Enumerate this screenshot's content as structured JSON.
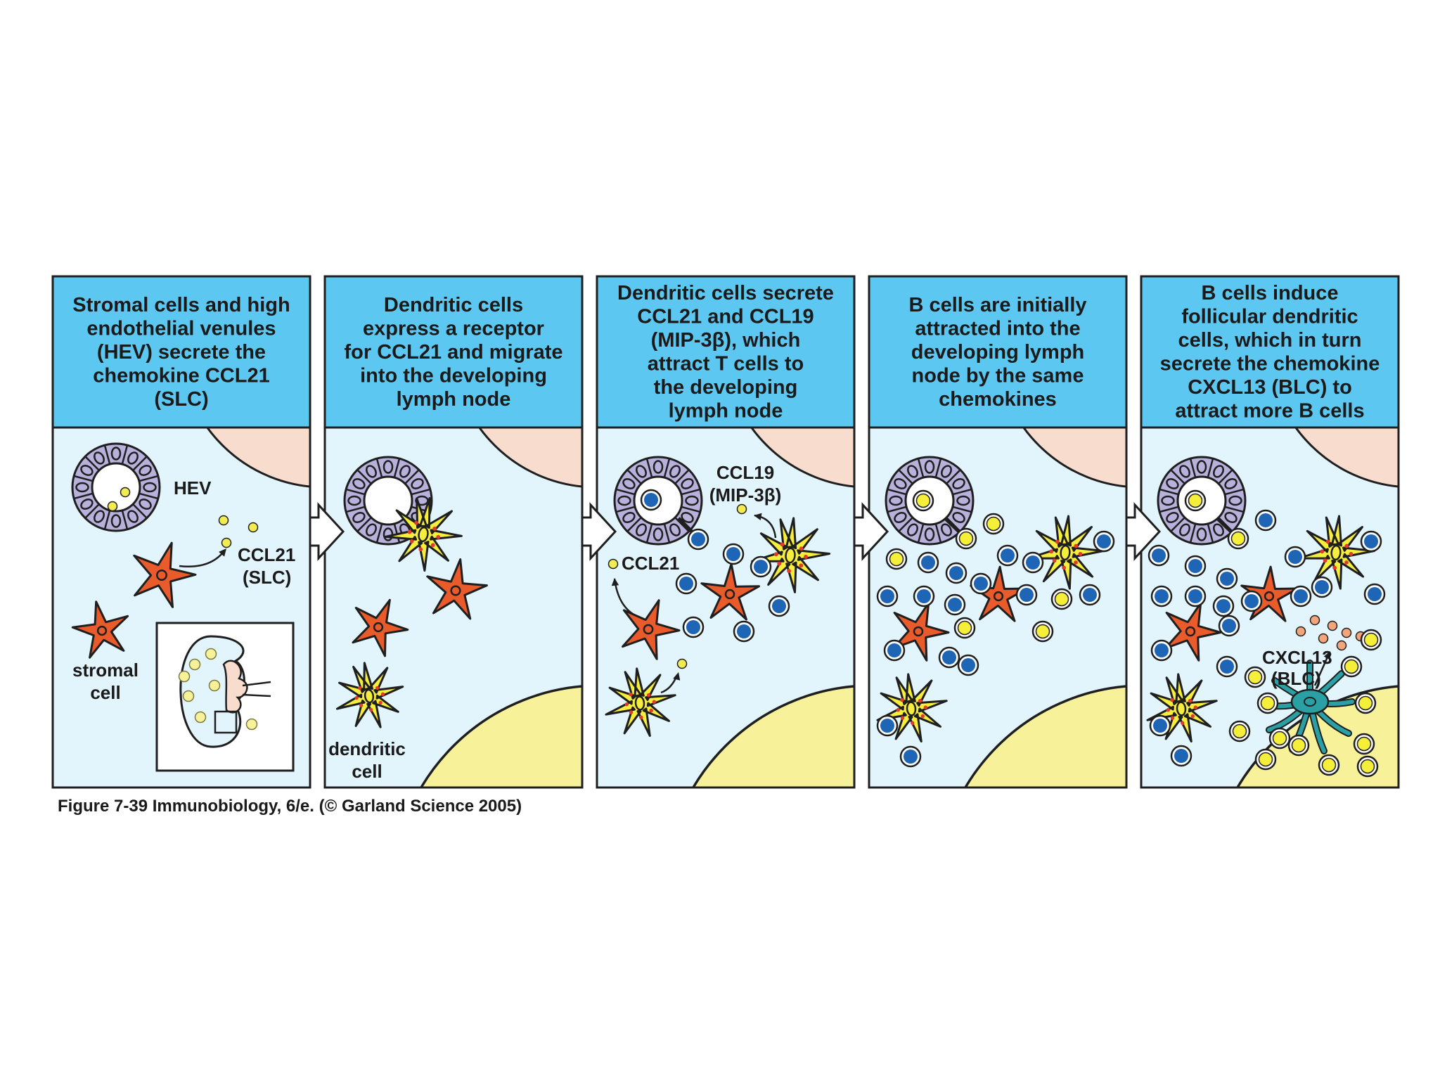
{
  "colors": {
    "header_bg": "#5cc8f2",
    "panel_bg": "#e2f5fc",
    "outline": "#1f1f1f",
    "hev_ring": "#b7b1dc",
    "node_yellow": "#f7f29a",
    "tissue_pink": "#f8dccd",
    "stromal_orange": "#ea5b2c",
    "dendritic_yellow": "#f6ee3c",
    "dendritic_dot": "#e33b2b",
    "t_cell_blue": "#1e66b5",
    "b_cell_yellow": "#f5ef3a",
    "fdc_teal": "#2ba0a4",
    "chemokine_orange": "#f3a57c",
    "chemokine_yellow": "#f2ec52"
  },
  "panels": [
    {
      "header": [
        "Stromal cells and high",
        "endothelial venules",
        "(HEV) secrete the",
        "chemokine CCL21",
        "(SLC)"
      ],
      "labels": {
        "hev": "HEV",
        "ccl21": "CCL21",
        "slc": "(SLC)",
        "stromal_1": "stromal",
        "stromal_2": "cell"
      }
    },
    {
      "header": [
        "Dendritic cells",
        "express a receptor",
        "for CCL21 and migrate",
        "into the developing",
        "lymph node"
      ],
      "labels": {
        "dendritic_1": "dendritic",
        "dendritic_2": "cell"
      }
    },
    {
      "header": [
        "Dendritic cells secrete",
        "CCL21 and CCL19",
        "(MIP-3β),  which",
        "attract T cells to",
        "the developing",
        "lymph node"
      ],
      "labels": {
        "ccl19": "CCL19",
        "mip3b": "(MIP-3β)",
        "ccl21": "CCL21"
      }
    },
    {
      "header": [
        "B cells are initially",
        "attracted into the",
        "developing lymph",
        "node by the same",
        "chemokines"
      ],
      "labels": {}
    },
    {
      "header": [
        "B cells induce",
        "follicular dendritic",
        "cells, which in turn",
        "secrete the chemokine",
        "CXCL13  (BLC) to",
        "attract more B cells"
      ],
      "labels": {
        "cxcl13": "CXCL13",
        "blc": "(BLC)"
      }
    }
  ],
  "caption": "Figure 7-39  Immunobiology, 6/e. (© Garland Science 2005)"
}
